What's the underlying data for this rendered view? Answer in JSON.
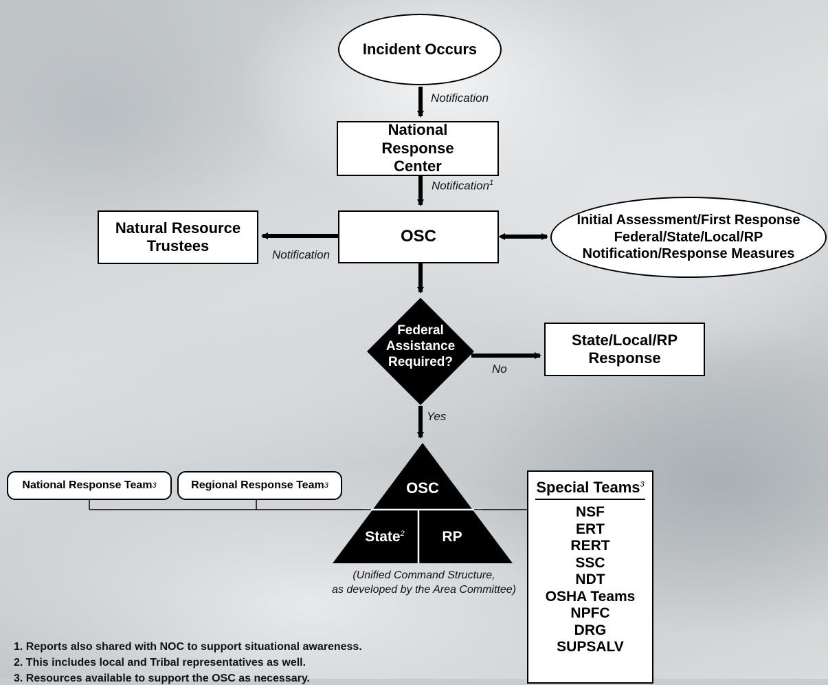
{
  "nodes": {
    "incident": "Incident Occurs",
    "nrc": "National Response Center",
    "osc": "OSC",
    "trustees": "Natural Resource Trustees",
    "initial_line1": "Initial Assessment/First Response",
    "initial_line2": "Federal/State/Local/RP",
    "initial_line3": "Notification/Response Measures",
    "decision_line1": "Federal",
    "decision_line2": "Assistance",
    "decision_line3": "Required?",
    "state_local": "State/Local/RP Response",
    "nrt": "National Response Team",
    "rrt": "Regional Response Team"
  },
  "edges": {
    "notification_1": "Notification",
    "notification_2": "Notification",
    "notification_3": "Notification",
    "no": "No",
    "yes": "Yes"
  },
  "unified": {
    "top": "OSC",
    "left": "State",
    "right": "RP",
    "caption_line1": "(Unified Command Structure,",
    "caption_line2": "as developed by the Area Committee)"
  },
  "special_teams": {
    "title": "Special Teams",
    "items": [
      "NSF",
      "ERT",
      "RERT",
      "SSC",
      "NDT",
      "OSHA Teams",
      "NPFC",
      "DRG",
      "SUPSALV"
    ]
  },
  "footnote_marks": {
    "one": "1",
    "two": "2",
    "three": "3"
  },
  "footnotes": [
    "1. Reports also shared with NOC to support situational awareness.",
    "2. This includes local and Tribal representatives as well.",
    "3. Resources available to support the OSC as necessary."
  ]
}
